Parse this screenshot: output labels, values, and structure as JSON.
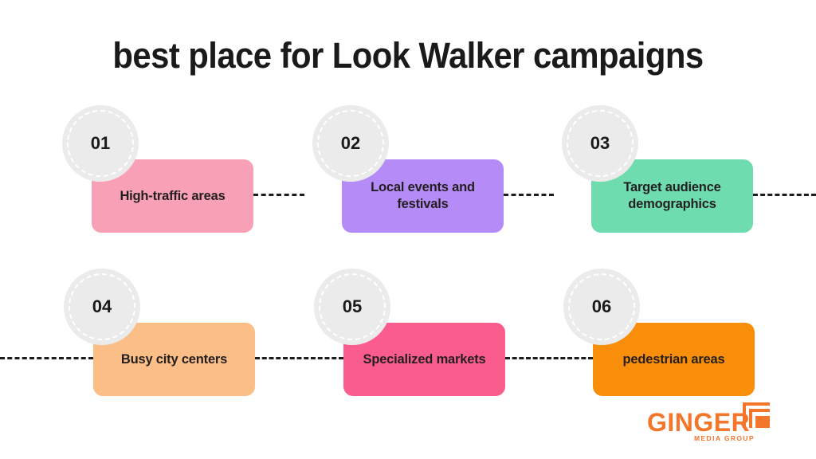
{
  "page": {
    "title": "best place for Look Walker campaigns",
    "background": "#ffffff"
  },
  "steps": [
    {
      "number": "01",
      "label": "High-traffic areas",
      "color": "#F8A0B5",
      "lines": [
        "High-traffic areas"
      ]
    },
    {
      "number": "02",
      "label": "Local events and festivals",
      "color": "#B58CF7",
      "lines": [
        "Local events and",
        "festivals"
      ]
    },
    {
      "number": "03",
      "label": "Target audience demographics",
      "color": "#6EDCAE",
      "lines": [
        "Target audience",
        "demographics"
      ]
    },
    {
      "number": "04",
      "label": "Busy city centers",
      "color": "#FBBE86",
      "lines": [
        "Busy city centers"
      ]
    },
    {
      "number": "05",
      "label": "Specialized markets",
      "color": "#FA5C8E",
      "lines": [
        "Specialized markets"
      ]
    },
    {
      "number": "06",
      "label": "pedestrian areas",
      "color": "#F98E0A",
      "lines": [
        "pedestrian areas"
      ]
    }
  ],
  "connectors": {
    "style": "dashed",
    "color": "#1c1c1c"
  },
  "logo": {
    "wordmark": "GINGER",
    "tagline": "MEDIA GROUP",
    "color": "#F3762B",
    "mark": "nested-squares-icon"
  }
}
